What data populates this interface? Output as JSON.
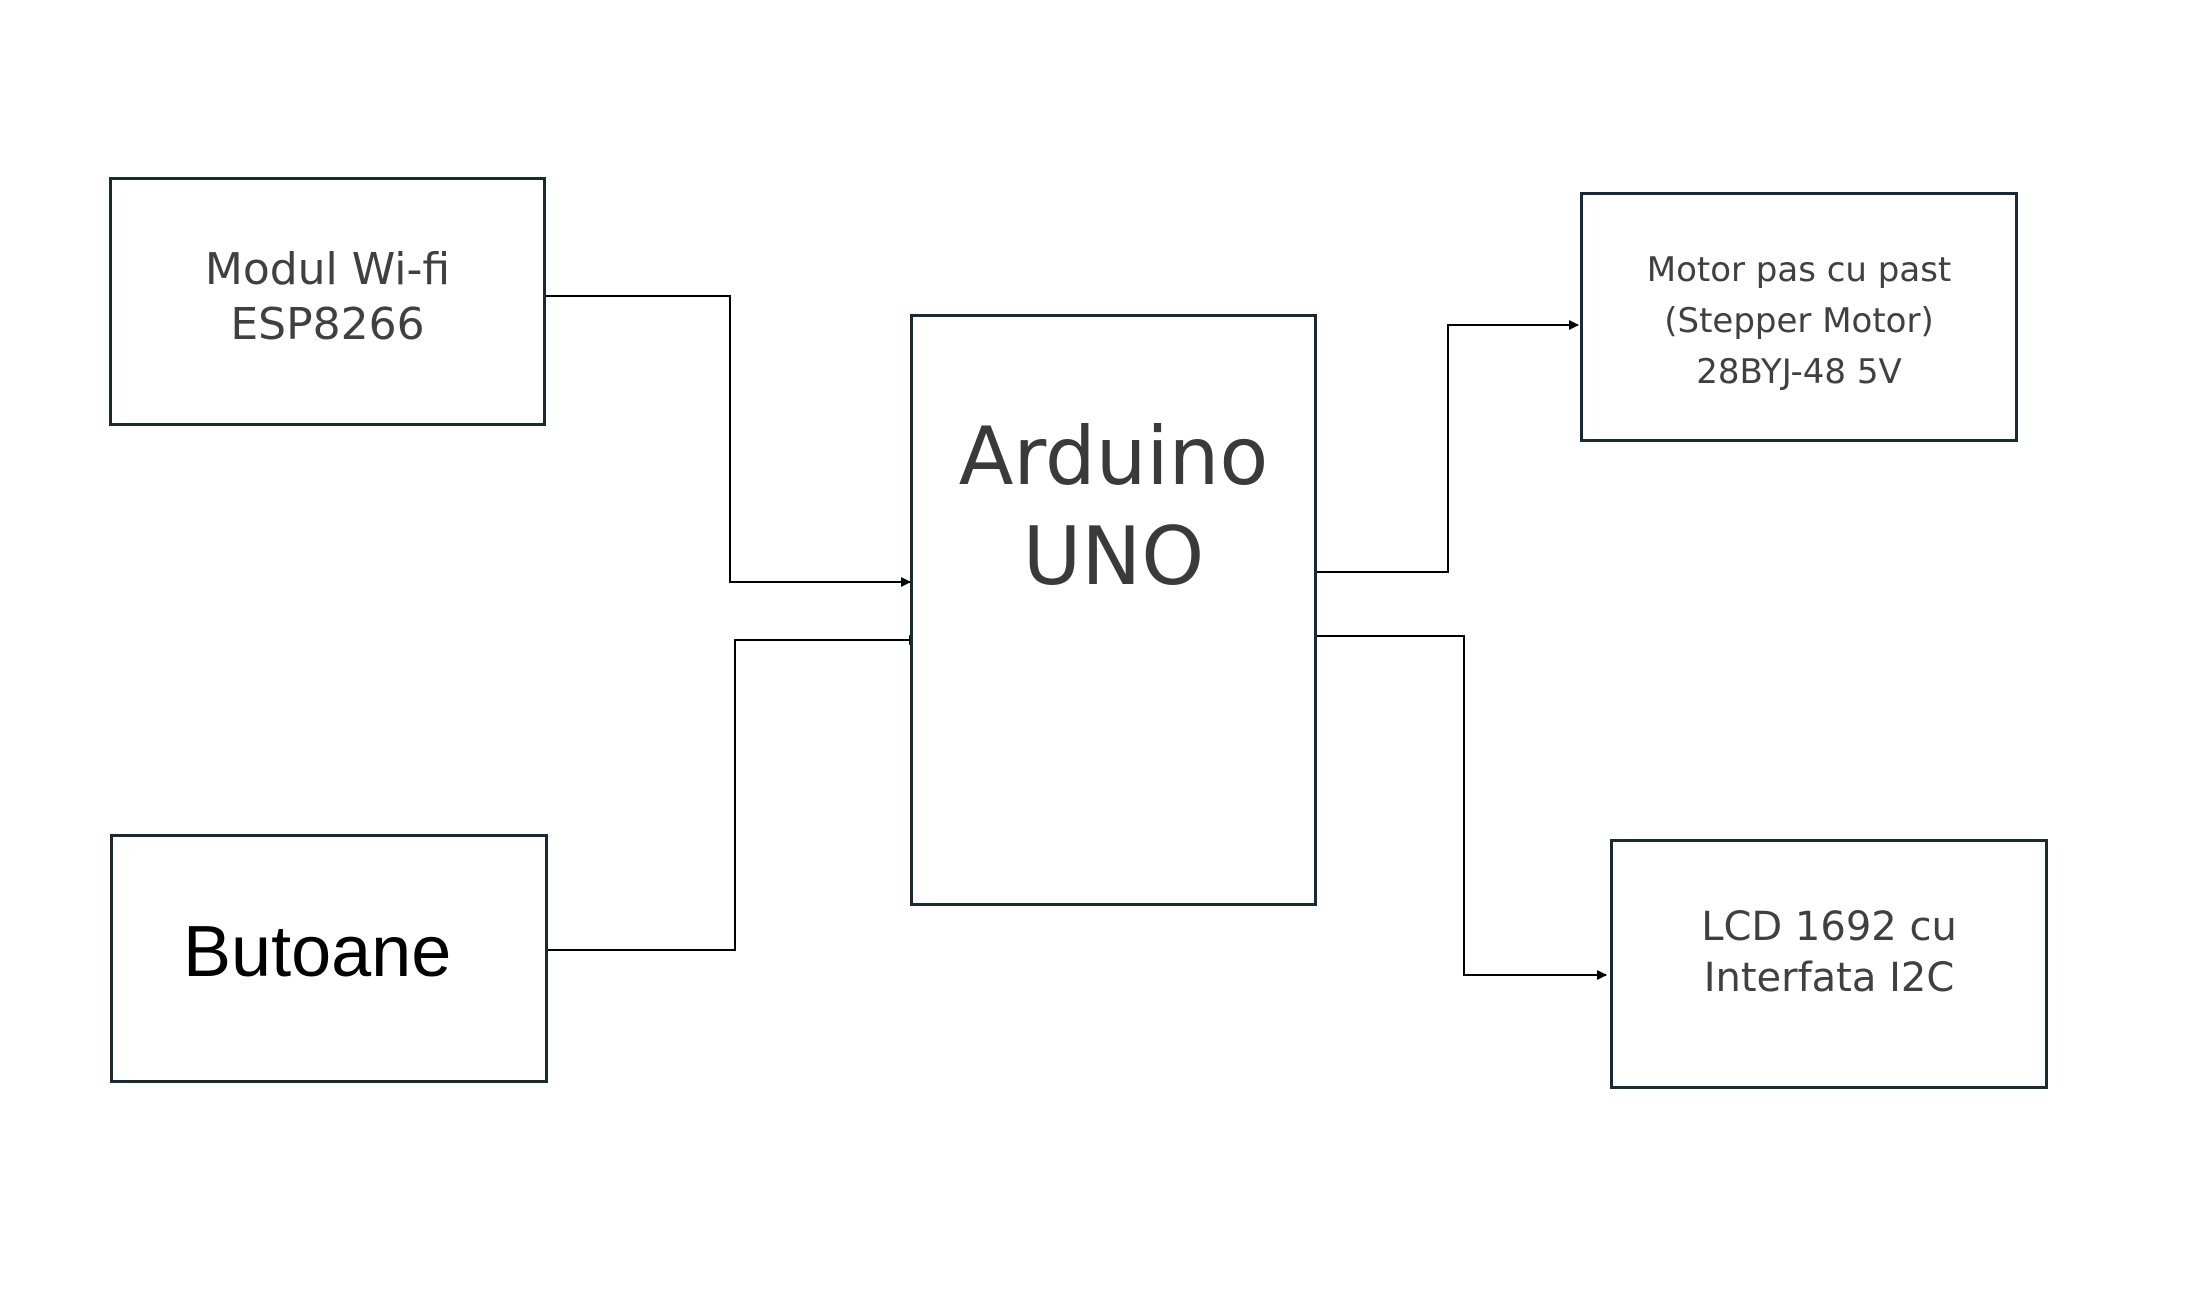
{
  "diagram": {
    "nodes": {
      "wifi": {
        "label": "Modul Wi-fi\nESP8266"
      },
      "buttons": {
        "label": "Butoane"
      },
      "arduino": {
        "label": "Arduino\nUNO"
      },
      "stepper": {
        "label": "Motor pas cu past\n(Stepper Motor)\n28BYJ-48 5V"
      },
      "lcd": {
        "label": "LCD 1692 cu\nInterfata I2C"
      }
    },
    "edges": [
      {
        "from": "wifi",
        "to": "arduino"
      },
      {
        "from": "buttons",
        "to": "arduino"
      },
      {
        "from": "arduino",
        "to": "stepper"
      },
      {
        "from": "arduino",
        "to": "lcd"
      }
    ],
    "colors": {
      "box_border": "#1a2a33",
      "text": "#404040",
      "arrow": "#000000"
    }
  }
}
